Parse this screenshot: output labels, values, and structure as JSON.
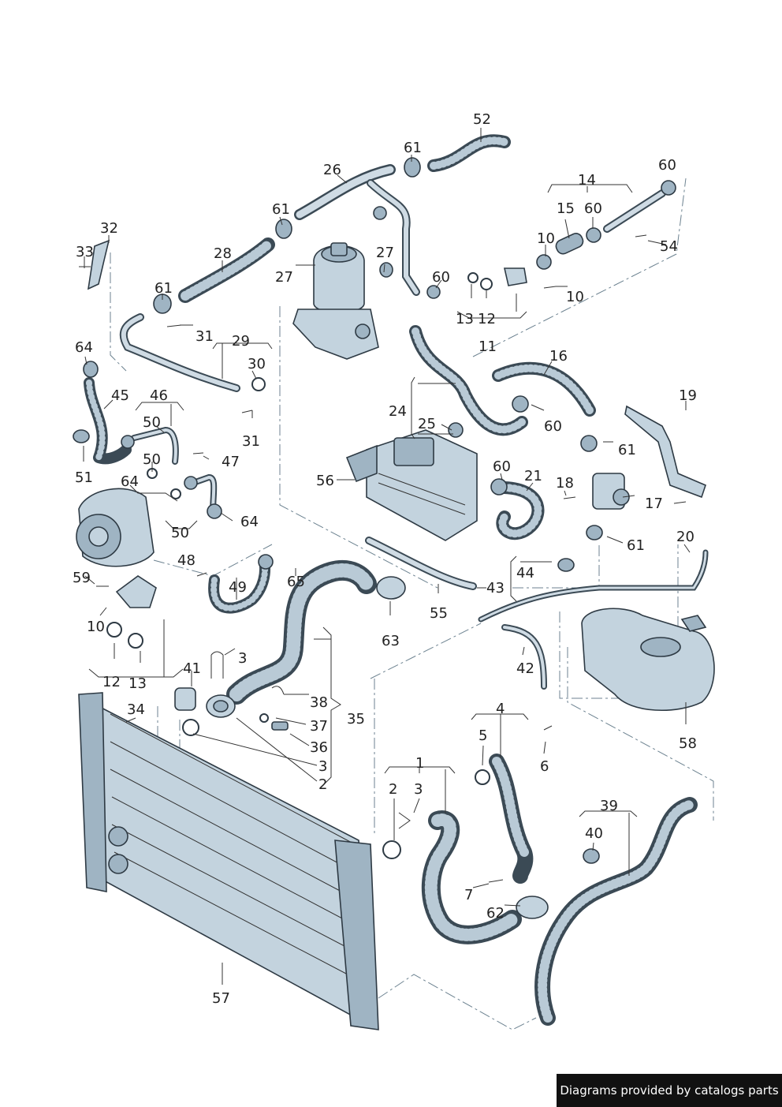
{
  "footer": {
    "text": "Diagrams provided by catalogs parts"
  },
  "colors": {
    "part_fill": "#c3d3de",
    "outline": "#2e3a44",
    "footer_bg": "#111111"
  },
  "callouts": [
    "52",
    "61",
    "26",
    "60",
    "14",
    "15",
    "60",
    "61",
    "28",
    "10",
    "54",
    "27",
    "27",
    "60",
    "33",
    "32",
    "61",
    "31",
    "10",
    "13",
    "12",
    "29",
    "11",
    "64",
    "30",
    "16",
    "45",
    "46",
    "19",
    "24",
    "31",
    "25",
    "60",
    "50",
    "61",
    "51",
    "50",
    "47",
    "56",
    "60",
    "21",
    "64",
    "18",
    "17",
    "64",
    "50",
    "61",
    "59",
    "48",
    "49",
    "65",
    "44",
    "20",
    "43",
    "10",
    "55",
    "12",
    "13",
    "63",
    "42",
    "41",
    "3",
    "38",
    "34",
    "37",
    "58",
    "35",
    "36",
    "3",
    "4",
    "5",
    "6",
    "2",
    "1",
    "2",
    "3",
    "39",
    "40",
    "7",
    "62",
    "57"
  ]
}
